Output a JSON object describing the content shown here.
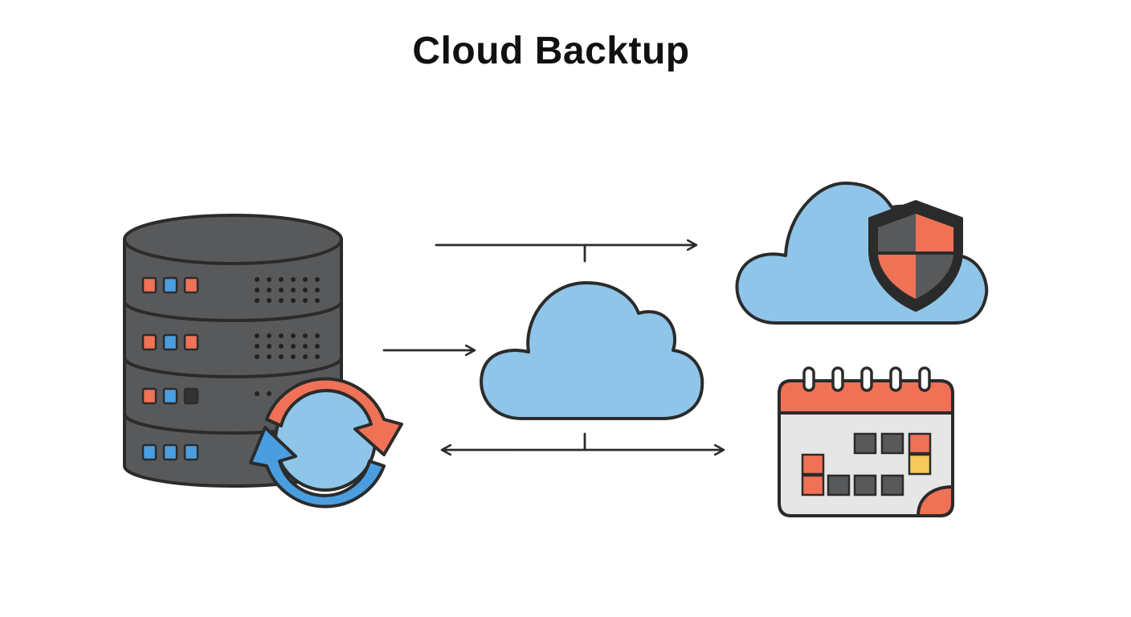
{
  "diagram": {
    "title": "Cloud Backtup",
    "nodes": [
      {
        "id": "server",
        "icon": "database-server-icon"
      },
      {
        "id": "sync",
        "icon": "sync-arrows-icon"
      },
      {
        "id": "cloud-center",
        "icon": "cloud-icon"
      },
      {
        "id": "secure-cloud",
        "icon": "secure-cloud-shield-icon"
      },
      {
        "id": "schedule",
        "icon": "calendar-icon"
      }
    ],
    "connectors": [
      {
        "from": "server",
        "to": "cloud-center",
        "style": "single-arrow"
      },
      {
        "from": "cloud-center",
        "to": "secure-cloud",
        "style": "single-arrow"
      },
      {
        "from": "cloud-center",
        "to": "schedule",
        "style": "double-arrow"
      }
    ]
  },
  "colors": {
    "outline": "#2b2b2b",
    "server_body": "#58595b",
    "cloud_fill": "#8ec5e8",
    "accent_orange": "#f07256",
    "accent_blue": "#4a9ee0",
    "accent_yellow": "#f7c85a",
    "calendar_grid": "#e6e6e6",
    "calendar_cell": "#58595b"
  }
}
